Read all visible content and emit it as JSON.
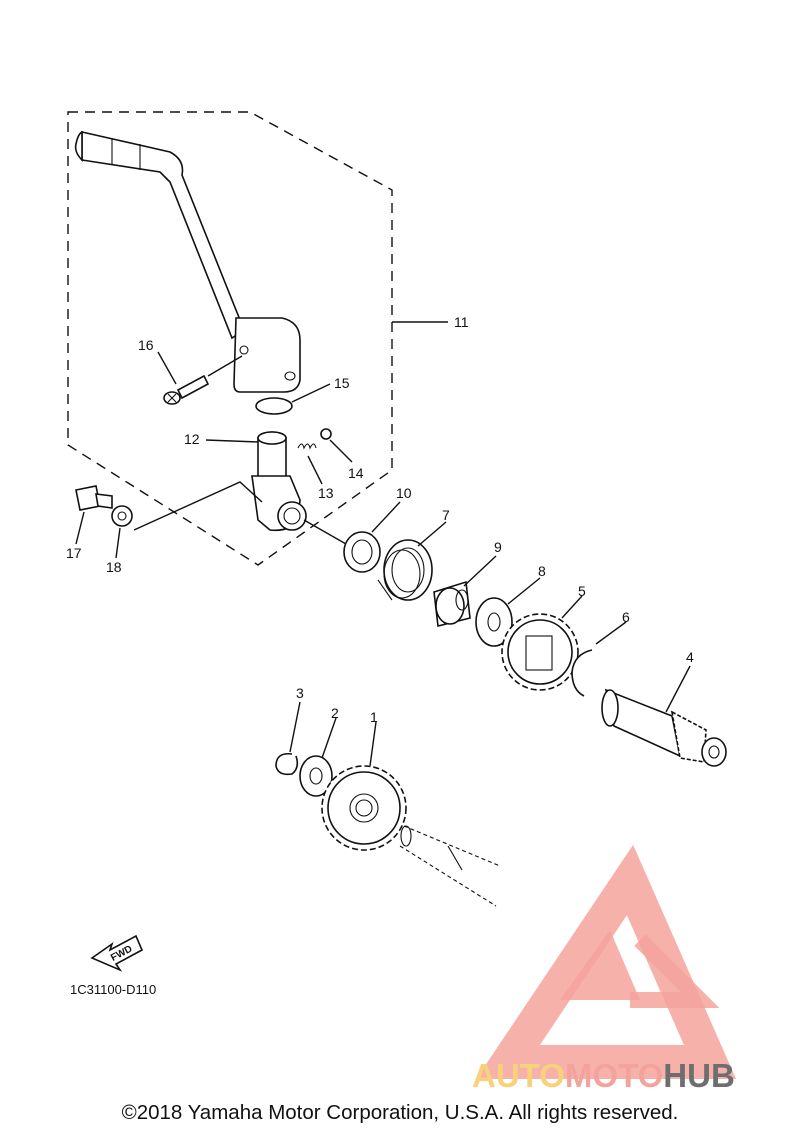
{
  "diagram": {
    "part_numbers": [
      "1",
      "2",
      "3",
      "4",
      "5",
      "6",
      "7",
      "8",
      "9",
      "10",
      "11",
      "12",
      "13",
      "14",
      "15",
      "16",
      "17",
      "18"
    ],
    "fwd_label": "FWD",
    "drawing_code": "1C31100-D110",
    "copyright": "©2018 Yamaha Motor Corporation, U.S.A. All rights reserved."
  },
  "watermark": {
    "brand_part1": "AUTO",
    "brand_part2": "MOTO",
    "brand_part3": "HUB",
    "colors": {
      "logo": "#f4a39c",
      "auto": "#f7d27a",
      "moto": "#f4a39c",
      "hub": "#6e6e6e"
    }
  }
}
